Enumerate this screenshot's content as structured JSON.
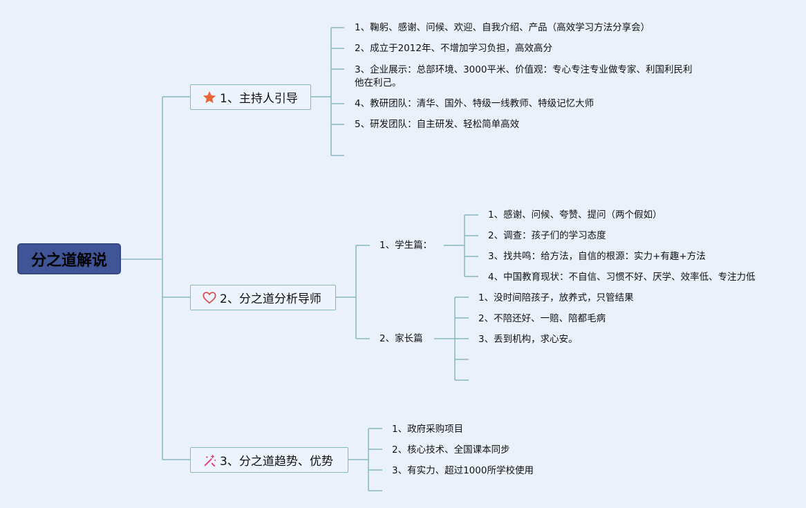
{
  "root": {
    "label": "分之道解说"
  },
  "branches": [
    {
      "label": "1、主持人引导",
      "icon": "star-icon",
      "items": [
        "1、鞠躬、感谢、问候、欢迎、自我介绍、产品（高效学习方法分享会）",
        "2、成立于2012年、不增加学习负担，高效高分",
        "3、企业展示：总部环境、3000平米、价值观：专心专注专业做专家、利国利民利他在利己。",
        "4、教研团队：清华、国外、特级一线教师、特级记忆大师",
        "5、研发团队：自主研发、轻松简单高效"
      ]
    },
    {
      "label": "2、分之道分析导师",
      "icon": "heart-icon",
      "groups": [
        {
          "label": "1、学生篇：",
          "items": [
            "1、感谢、问候、夸赞、提问（两个假如）",
            "2、调查：孩子们的学习态度",
            "3、找共鸣：给方法，自信的根源：实力+有趣+方法",
            "4、中国教育现状：不自信、习惯不好、厌学、效率低、专注力低"
          ]
        },
        {
          "label": "2、家长篇",
          "items": [
            "1、没时间陪孩子，放养式，只管结果",
            "2、不陪还好、一赔、陪都毛病",
            "3、丢到机构，求心安。"
          ]
        }
      ]
    },
    {
      "label": "3、分之道趋势、优势",
      "icon": "sparkle-wand-icon",
      "items": [
        "1、政府采购项目",
        "2、核心技术、全国课本同步",
        "3、有实力、超过1000所学校使用"
      ]
    }
  ],
  "colors": {
    "line": "#86b7bd",
    "root_bg": "#3f5597",
    "star": "#e8663a",
    "heart": "#d9454a",
    "sparkle": "#e2387f"
  }
}
